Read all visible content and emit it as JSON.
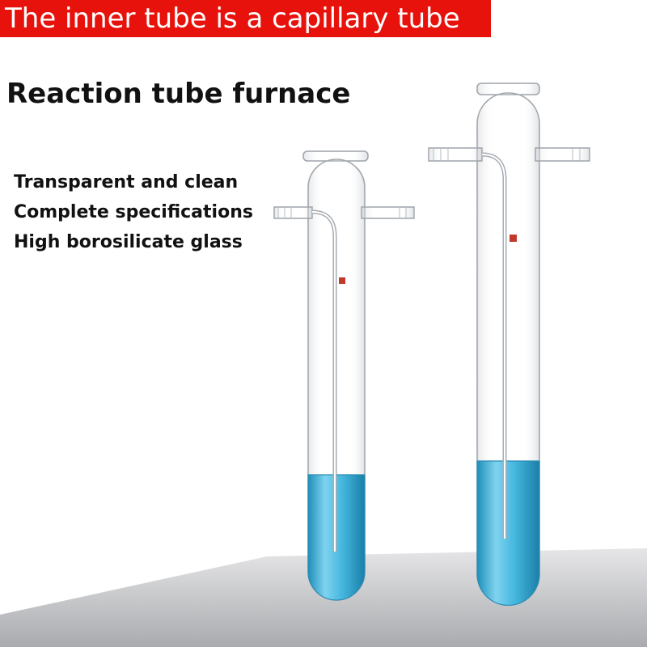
{
  "banner": {
    "text": "The inner tube is a capillary tube",
    "color": "#e8120c"
  },
  "headline": "Reaction tube furnace",
  "features": [
    "Transparent and clean",
    "Complete specifications",
    "High borosilicate glass"
  ],
  "product": {
    "items": [
      "small-reaction-tube",
      "large-reaction-tube"
    ],
    "liquid_color": "#3fb4d8"
  }
}
